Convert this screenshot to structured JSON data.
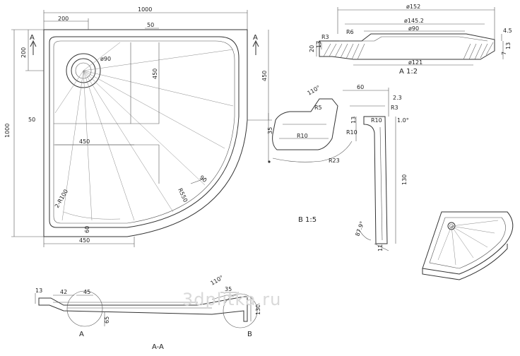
{
  "plan": {
    "width": "1000",
    "depth": "1000",
    "corner_offset_x": "200",
    "corner_offset_y": "200",
    "rib_dim": "50",
    "side_dim_left": "50",
    "drain_diameter": "ø90",
    "radius_inner": "450",
    "radius_left": "450",
    "bottom_radius": "450",
    "right_dim": "450",
    "bottom_lip": "60",
    "corner_radius": "2-R100",
    "arc_radius": "R550",
    "arc_angle": "90",
    "section_marker": "A"
  },
  "drain_detail": {
    "d_outer": "ø152",
    "d_mid": "ø145.2",
    "d_inner": "ø90",
    "d_bottom": "ø121",
    "r_small": "R3",
    "r_inner": "R6",
    "h_left": "20",
    "h_left_inner": "13",
    "h_right": "4.5",
    "h_right_a": "7",
    "h_right_b": "13",
    "caption": "A 1:2"
  },
  "edge_detail": {
    "width": "60",
    "top_step": "2.3",
    "r3": "R3",
    "r5": "R5",
    "r10a": "R10",
    "r10b": "R10",
    "r10c": "R10",
    "r23": "R23",
    "angle_top": "110°",
    "angle_right": "1.0°",
    "angle_bottom": "87.9°",
    "h_left": "35",
    "h_mid": "13",
    "h_total": "130",
    "bottom": "11",
    "caption": "B 1:5"
  },
  "section": {
    "d13": "13",
    "d42": "42",
    "d45": "45",
    "d35": "35",
    "angle": "110°",
    "h130": "130",
    "h65": "65",
    "marker_a": "A",
    "marker_b": "B",
    "caption": "A-A"
  },
  "watermark": "3dplitka.ru"
}
